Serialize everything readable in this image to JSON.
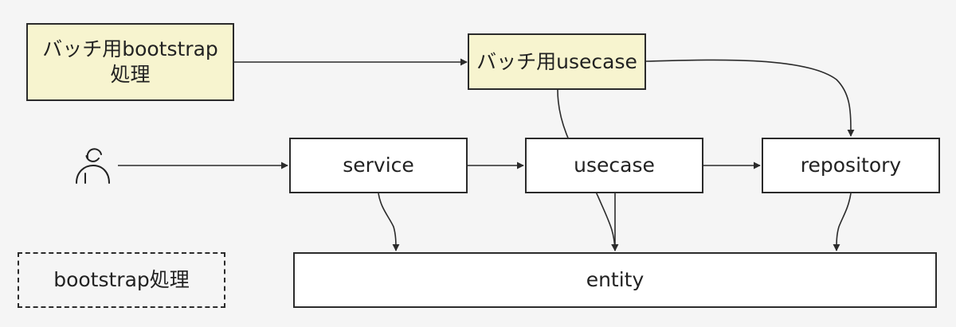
{
  "diagram": {
    "nodes": {
      "batch_bootstrap": {
        "label": "バッチ用bootstrap\n処理"
      },
      "batch_usecase": {
        "label": "バッチ用usecase"
      },
      "service": {
        "label": "service"
      },
      "usecase": {
        "label": "usecase"
      },
      "repository": {
        "label": "repository"
      },
      "entity": {
        "label": "entity"
      },
      "legend_bootstrap": {
        "label": "bootstrap処理"
      }
    },
    "edges": [
      {
        "from": "batch_bootstrap",
        "to": "batch_usecase"
      },
      {
        "from": "batch_usecase",
        "to": "repository"
      },
      {
        "from": "batch_usecase",
        "to": "entity"
      },
      {
        "from": "actor",
        "to": "service"
      },
      {
        "from": "service",
        "to": "usecase"
      },
      {
        "from": "usecase",
        "to": "repository"
      },
      {
        "from": "service",
        "to": "entity"
      },
      {
        "from": "usecase",
        "to": "entity"
      },
      {
        "from": "repository",
        "to": "entity"
      }
    ],
    "actor_icon": "user-icon",
    "colors": {
      "batch_fill": "#f7f4cf",
      "node_fill": "#ffffff",
      "stroke": "#2b2b2b",
      "background": "#f5f5f5"
    }
  }
}
